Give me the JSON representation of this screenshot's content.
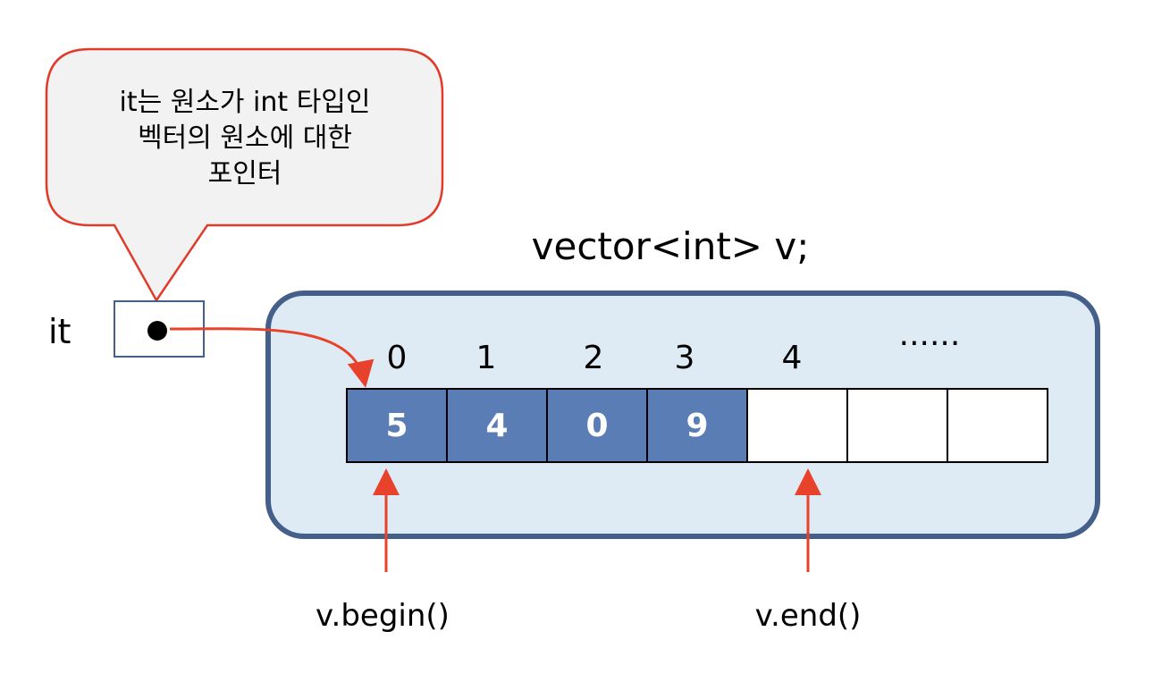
{
  "callout": {
    "lines": [
      "it는 원소가 int 타입인",
      "벡터의 원소에 대한",
      "포인터"
    ]
  },
  "vector_declaration": "vector<int> v;",
  "iterator_label": "it",
  "indices": [
    "0",
    "1",
    "2",
    "3",
    "4",
    "......"
  ],
  "cells": {
    "values": [
      "5",
      "4",
      "0",
      "9",
      "",
      "",
      ""
    ],
    "filled_count": 4
  },
  "begin_label": "v.begin()",
  "end_label": "v.end()",
  "colors": {
    "container_fill": "#deebf4",
    "container_stroke": "#44608a",
    "cell_filled": "#5a7db5",
    "cell_empty": "#ffffff",
    "arrow": "#e8412c",
    "bubble_fill": "#f2f2f2",
    "bubble_stroke": "#e03a2a",
    "iterator_box_stroke": "#44608a"
  }
}
